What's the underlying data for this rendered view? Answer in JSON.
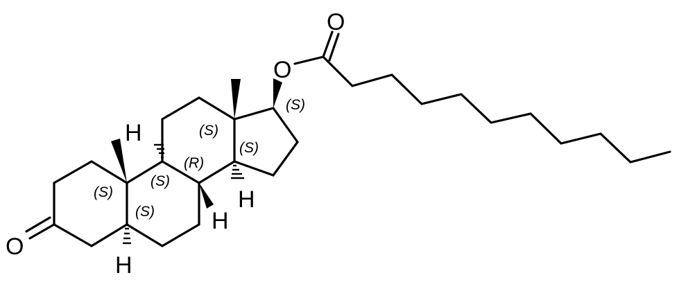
{
  "atoms": {
    "carbonyl_O_ester": "O",
    "ester_O": "O",
    "ketone_O": "O",
    "H_c9": "H",
    "H_c14": "H",
    "H_c8": "H",
    "H_c5": "H"
  },
  "stereo": {
    "c17": "(S)",
    "c13": "(S)",
    "c14": "(S)",
    "c8": "(R)",
    "c10": "(S)",
    "c9": "(S)",
    "c5": "(S)"
  }
}
